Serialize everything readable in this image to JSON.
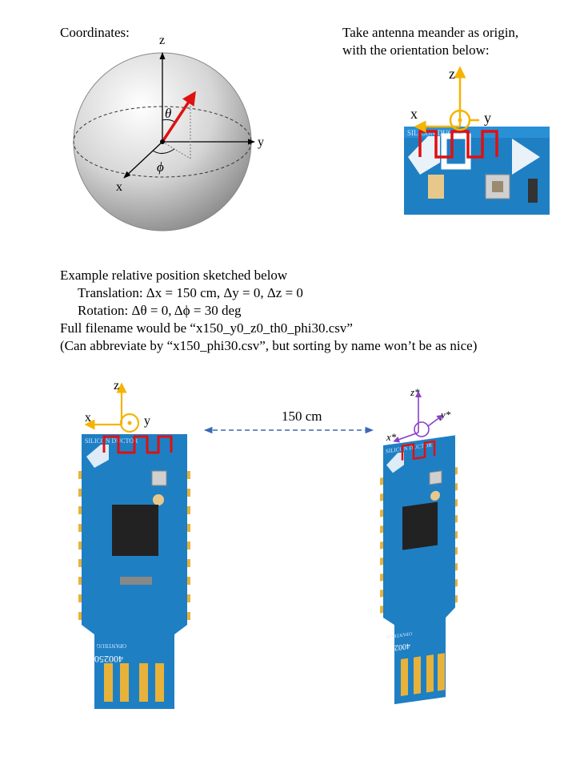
{
  "coordinates_label": "Coordinates:",
  "sphere": {
    "axis_x": "x",
    "axis_y": "y",
    "axis_z": "z",
    "theta": "θ",
    "phi": "ϕ"
  },
  "origin_note": {
    "line1": "Take antenna meander as origin,",
    "line2": "with the orientation below:"
  },
  "board_axes": {
    "x": "x",
    "y": "y",
    "z": "z"
  },
  "example": {
    "line1": "Example relative position sketched below",
    "line2": "Translation: Δx = 150 cm, Δy = 0, Δz = 0",
    "line3": "Rotation: Δθ = 0, Δϕ = 30 deg",
    "line4": "Full filename would be “x150_y0_z0_th0_phi30.csv”",
    "line5": "(Can abbreviate by “x150_phi30.csv”, but sorting by name won’t be as nice)"
  },
  "distance_label": "150 cm",
  "rotated_axes": {
    "x": "x*",
    "y": "y*",
    "z": "z*"
  },
  "board_print": {
    "top_text": "SILICON DUCTOR",
    "model": "400250",
    "sub": "OPANTRUG"
  },
  "colors": {
    "board_blue": "#1f7fc3",
    "pad_gold": "#e8b23a",
    "meander_red": "#e01010",
    "axis_orange": "#f5b400",
    "arrow_dashed": "#3a6ab5",
    "rotated_axis_purple": "#8a3fc9",
    "vector_red": "#e01010"
  }
}
